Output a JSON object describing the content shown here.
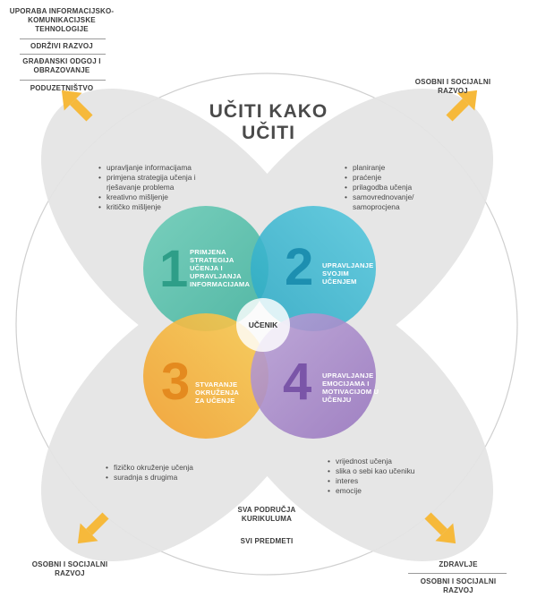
{
  "title": [
    "UČITI KAKO",
    "UČITI"
  ],
  "top_left_labels": [
    "UPORABA INFORMACIJSKO-KOMUNIKACIJSKE TEHNOLOGIJE",
    "ODRŽIVI RAZVOJ",
    "GRAĐANSKI ODGOJ I OBRAZOVANJE",
    "PODUZETNIŠTVO"
  ],
  "top_right_label": "OSOBNI I SOCIJALNI RAZVOJ",
  "bottom_left_label": "OSOBNI I SOCIJALNI RAZVOJ",
  "bottom_right_labels": [
    "ZDRAVLJE",
    "OSOBNI I SOCIJALNI RAZVOJ"
  ],
  "petal_lists": {
    "top_left": [
      "upravljanje informacijama",
      "primjena strategija učenja i rješavanje problema",
      "kreativno mišljenje",
      "kritičko mišljenje"
    ],
    "top_right": [
      "planiranje",
      "praćenje",
      "prilagodba učenja",
      "samovrednovanje/ samoprocjena"
    ],
    "bottom_left": [
      "fizičko okruženje učenja",
      "suradnja s drugima"
    ],
    "bottom_right": [
      "vrijednost učenja",
      "slika o sebi kao učeniku",
      "interes",
      "emocije"
    ]
  },
  "circles": [
    {
      "number": "1",
      "label": "PRIMJENA STRATEGIJA UČENJA I UPRAVLJANJA INFORMACIJAMA",
      "color": "#5cc3b1"
    },
    {
      "number": "2",
      "label": "UPRAVLJANJE SVOJIM UČENJEM",
      "color": "#3fbcd2"
    },
    {
      "number": "3",
      "label": "STVARANJE OKRUŽENJA ZA UČENJE",
      "color": "#f6b93b"
    },
    {
      "number": "4",
      "label": "UPRAVLJANJE EMOCIJAMA I MOTIVACIJOM U UČENJU",
      "color": "#a98bc7"
    }
  ],
  "center_label": "UČENIK",
  "bottom_center": [
    "SVA PODRUČJA KURIKULUMA",
    "SVI PREDMETI"
  ],
  "colors": {
    "arrow": "#f6b93b",
    "petal": "#e6e6e6",
    "outer_circle": "#d0d0d0"
  }
}
